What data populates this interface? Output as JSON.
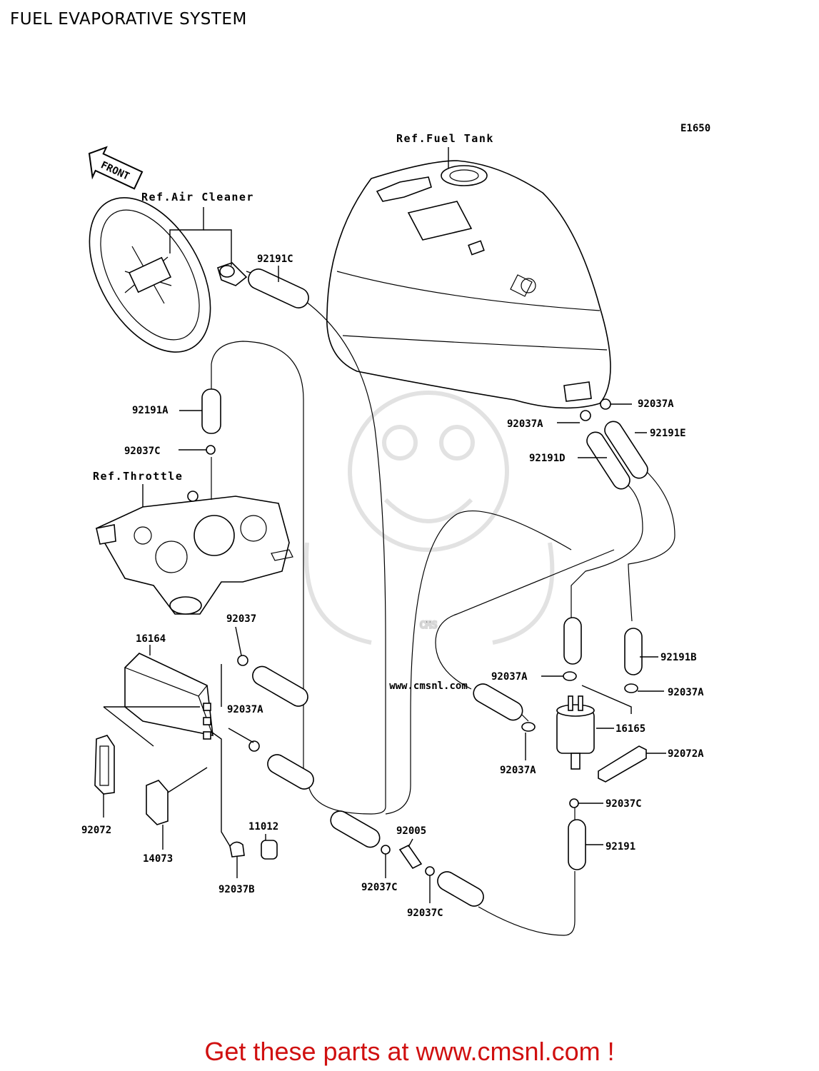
{
  "title": "FUEL EVAPORATIVE SYSTEM",
  "diagram_code": "E1650",
  "front_label": "FRONT",
  "watermark": {
    "text": "www.cmsnl.com",
    "logo_text": "CMS"
  },
  "refs": {
    "fuel_tank": "Ref.Fuel Tank",
    "air_cleaner": "Ref.Air Cleaner",
    "throttle": "Ref.Throttle"
  },
  "parts": {
    "p92191C": "92191C",
    "p92191A": "92191A",
    "p92037C_top": "92037C",
    "p92037A_tank1": "92037A",
    "p92037A_tank2": "92037A",
    "p92191E": "92191E",
    "p92191D": "92191D",
    "p16164": "16164",
    "p92037": "92037",
    "p92037A_mid": "92037A",
    "p92191B": "92191B",
    "p92037A_sep1": "92037A",
    "p92037A_sep2": "92037A",
    "p16165": "16165",
    "p92037A_sep3": "92037A",
    "p92072A": "92072A",
    "p92037C_sep": "92037C",
    "p92191": "92191",
    "p92072": "92072",
    "p14073": "14073",
    "p11012": "11012",
    "p92037B": "92037B",
    "p92005": "92005",
    "p92037C_a": "92037C",
    "p92037C_b": "92037C"
  },
  "footer": "Get these parts at www.cmsnl.com !",
  "colors": {
    "footer": "#d01010",
    "watermark": "#e6e6e6",
    "line": "#000000"
  }
}
